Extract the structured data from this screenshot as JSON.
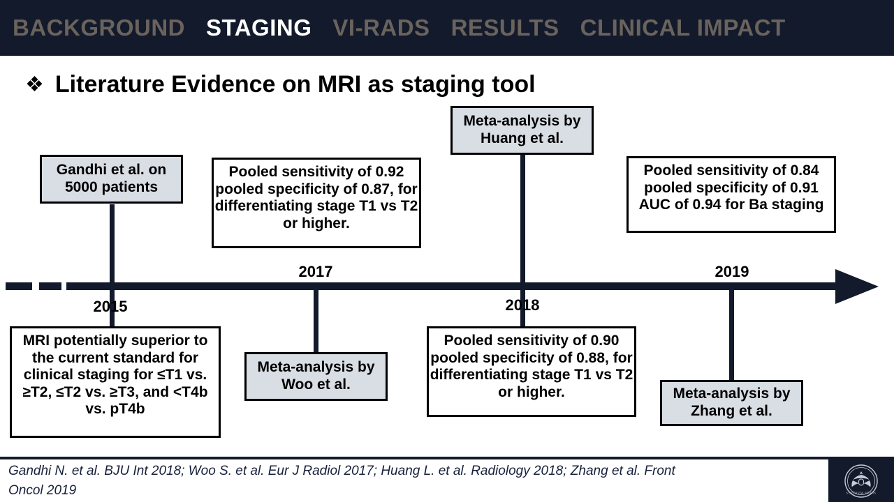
{
  "nav": {
    "items": [
      {
        "label": "BACKGROUND",
        "active": false
      },
      {
        "label": "STAGING",
        "active": true
      },
      {
        "label": "VI-RADS",
        "active": false
      },
      {
        "label": "RESULTS",
        "active": false
      },
      {
        "label": "CLINICAL IMPACT",
        "active": false
      }
    ]
  },
  "title": {
    "bullet": "❖",
    "text": "Literature Evidence on MRI as staging tool"
  },
  "timeline": {
    "years": [
      "2015",
      "2017",
      "2018",
      "2019"
    ],
    "year_2015": "2015",
    "year_2017": "2017",
    "year_2018": "2018",
    "year_2019": "2019"
  },
  "boxes": {
    "gandhi": "Gandhi et al. on 5000 patients",
    "woo_stats": "Pooled sensitivity of 0.92 pooled specificity of 0.87, for differentiating stage T1 vs T2 or higher.",
    "huang": "Meta-analysis by Huang et al.",
    "zhang_stats": "Pooled sensitivity of 0.84 pooled specificity of 0.91 AUC of 0.94 for Ba staging",
    "gandhi_detail": "MRI potentially superior to the current standard for clinical staging for ≤T1 vs. ≥T2, ≤T2 vs. ≥T3, and <T4b vs. pT4b",
    "woo": "Meta-analysis by Woo et al.",
    "huang_stats": "Pooled sensitivity of 0.90 pooled specificity of 0.88, for differentiating stage T1 vs T2 or higher.",
    "zhang": "Meta-analysis by Zhang et al."
  },
  "footer": {
    "citations": "Gandhi N. et al. BJU Int 2018; Woo S. et al. Eur J Radiol 2017; Huang L. et al. Radiology 2018; Zhang et al. Front Oncol 2019",
    "logo_name": "sapienza-university-crest"
  },
  "colors": {
    "header_bg": "#131a2b",
    "active_tab": "#ffffff",
    "inactive_tab": "#6a635d",
    "box_fill": "#d9dde4",
    "timeline": "#131a2b"
  }
}
